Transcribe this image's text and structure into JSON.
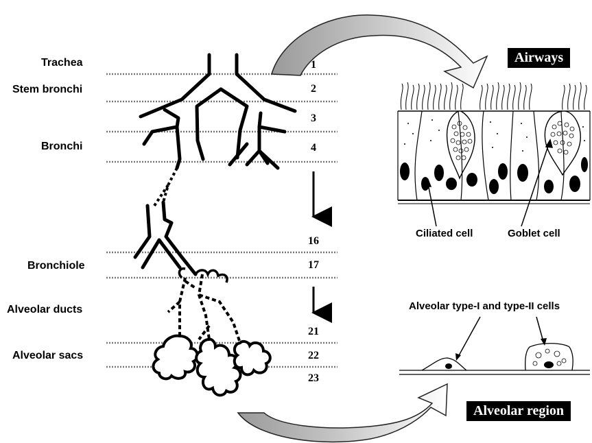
{
  "levels": [
    {
      "label": "Trachea"
    },
    {
      "label": "Stem bronchi"
    },
    {
      "label": "Bronchi"
    },
    {
      "label": "Bronchiole"
    },
    {
      "label": "Alveolar ducts"
    },
    {
      "label": "Alveolar sacs"
    }
  ],
  "generations": [
    "1",
    "2",
    "3",
    "4",
    "16",
    "17",
    "21",
    "22",
    "23"
  ],
  "airways_banner": "Airways",
  "alveolar_banner": "Alveolar region",
  "ciliated_cell_label": "Ciliated cell",
  "goblet_cell_label": "Goblet cell",
  "alveolar_cells_label": "Alveolar type-I and type-II cells"
}
